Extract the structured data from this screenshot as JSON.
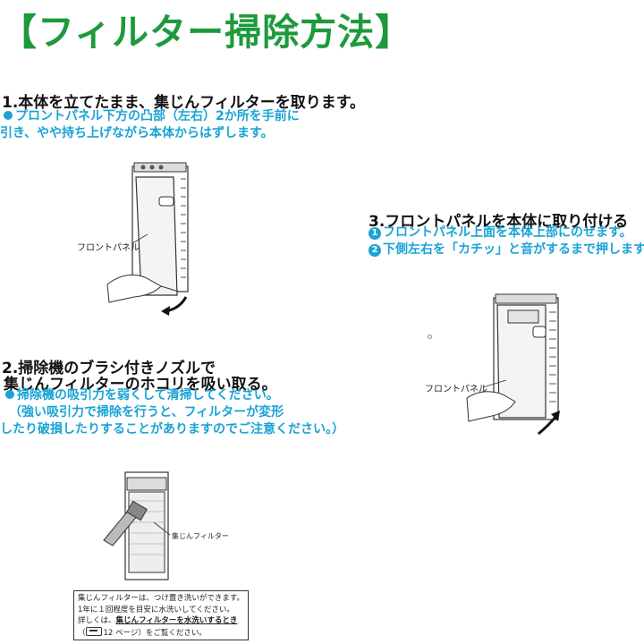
{
  "title": "【フィルター掃除方法】",
  "step1": {
    "heading": "1.本体を立てたまま、集じんフィルターを取ります。",
    "note_line1": "プロントパネル下方の凸部（左右）2か所を手前に",
    "note_line2": "引き、やや持ち上げながら本体からはずします。",
    "figure_label": "フロントパネル"
  },
  "step2": {
    "heading_line1": "2.掃除機のブラシ付きノズルで",
    "heading_line2": "集じんフィルターのホコリを吸い取る。",
    "note_line1": "掃除機の吸引力を弱くして清掃してください。",
    "note_line2": "（強い吸引力で掃除を行うと、フィルターが変形",
    "note_line3": "したり破損したりすることがありますのでご注意ください。）",
    "figure_label": "集じんフィルター"
  },
  "step3": {
    "heading": "3.フロントパネルを本体に取り付ける",
    "item1_num": "1",
    "item1": "フロントパネル上面を本体上部にのせます。",
    "item2_num": "2",
    "item2": "下側左右を「カチッ」と音がするまで押します。",
    "figure_label": "フロントパネル"
  },
  "infobox": {
    "line1": "集じんフィルターは、つけ置き洗いができます。",
    "line2": "1年に１回程度を目安に水洗いしてください。",
    "line3_prefix": "詳しくは、",
    "line3_link": "集じんフィルターを水洗いするとき",
    "line4": "12 ページ）をご覧ください。",
    "line4_prefix": "（"
  },
  "colors": {
    "title_green": "#1e9a3c",
    "note_blue": "#1aa3d6"
  }
}
